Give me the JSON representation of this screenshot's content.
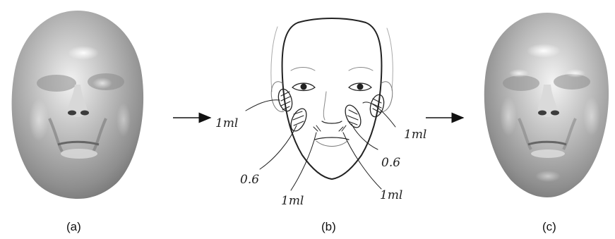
{
  "panels": [
    {
      "caption": "(a)"
    },
    {
      "caption": "(b)"
    },
    {
      "caption": "(c)"
    }
  ],
  "sketch_annotations": {
    "left_cheek_upper": "1ml",
    "right_cheek_upper": "1ml",
    "left_lower": "0.6",
    "right_lower": "0.6",
    "left_bottom": "1ml",
    "right_bottom": "1ml"
  }
}
